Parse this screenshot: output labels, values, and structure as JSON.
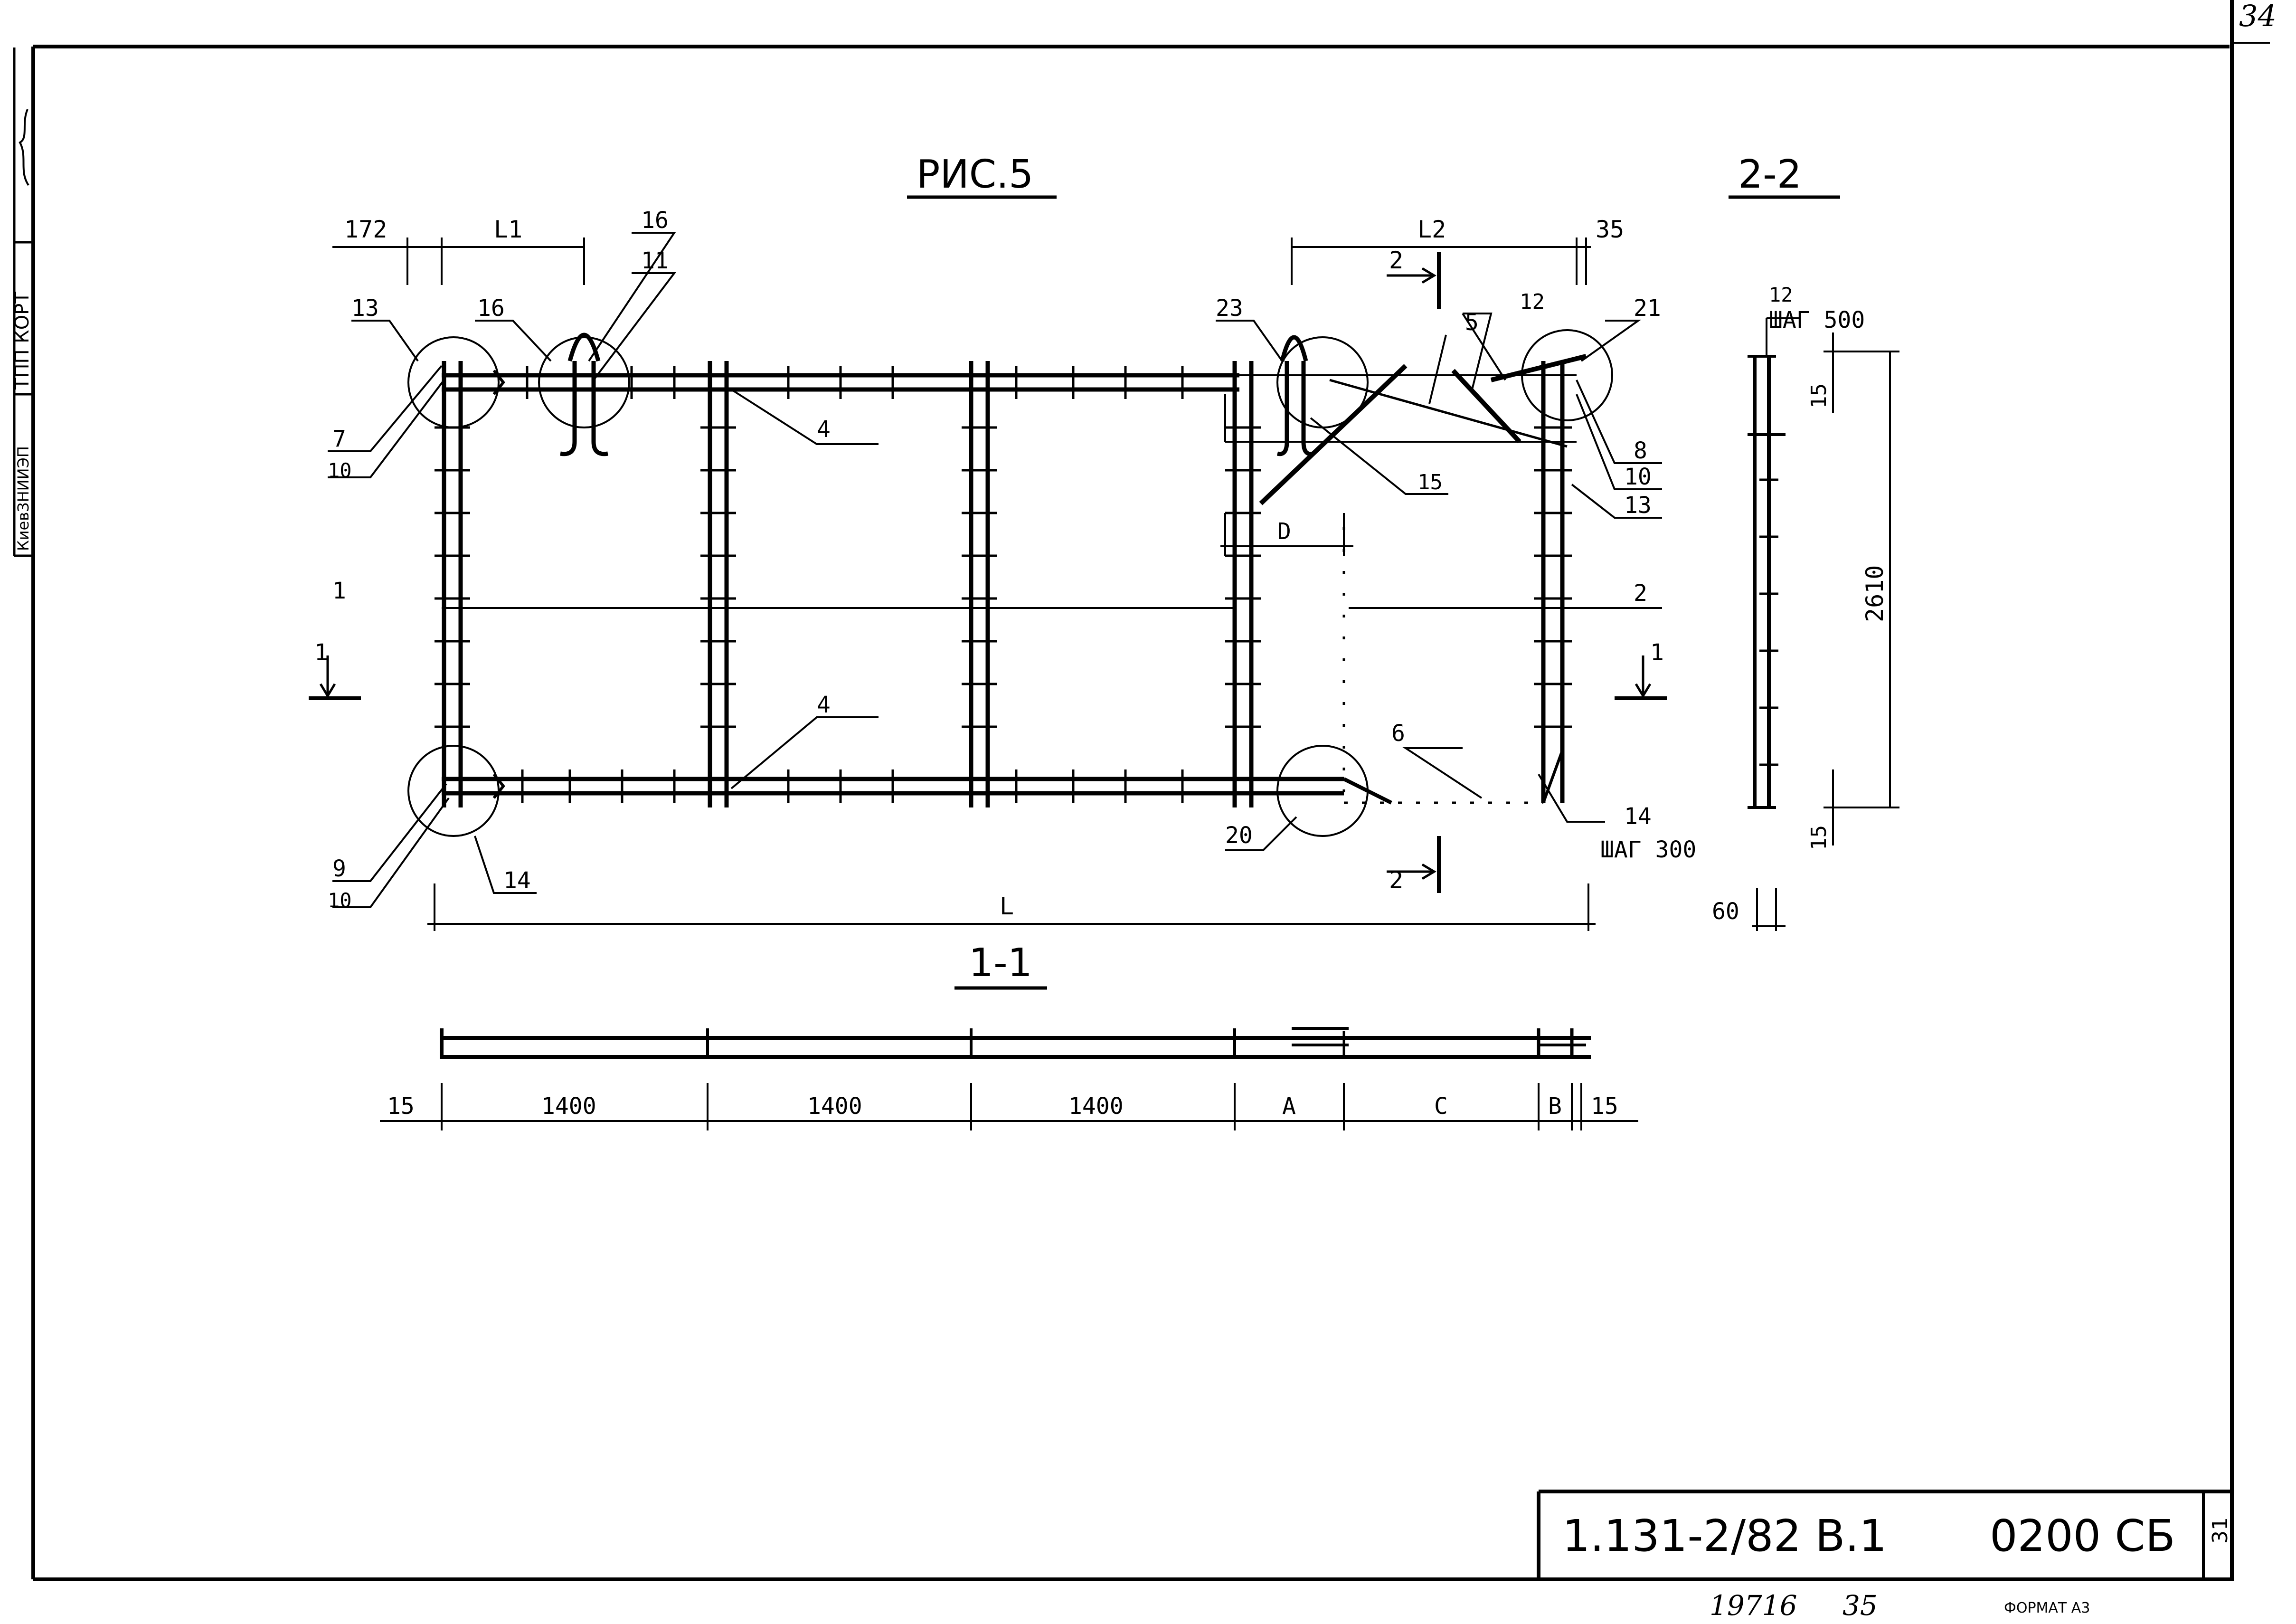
{
  "sheet": {
    "page_number": "34",
    "side_stamp": [
      "КиевЗНИИЭП",
      "ТПП КОРТ"
    ],
    "title_block": {
      "code": "1.131-2/82 В.1",
      "doc": "0200 СБ",
      "sheet_no": "31"
    },
    "footer": {
      "inv": "19716",
      "num": "35",
      "format": "ФОРМАТ А3"
    }
  },
  "views": {
    "main_title": "РИС.5",
    "section_1_title": "1-1",
    "section_2_title": "2-2"
  },
  "plan": {
    "dims": {
      "d172": "172",
      "l1": "L1",
      "l2": "L2",
      "d35": "35",
      "d": "D",
      "l": "L"
    },
    "section_marks": {
      "s1": "1",
      "s2": "2"
    },
    "callouts": {
      "c1": "1",
      "c2": "2",
      "c4a": "4",
      "c4b": "4",
      "c5": "5",
      "c6": "6",
      "c7": "7",
      "c8": "8",
      "c9": "9",
      "c10a": "10",
      "c10b": "10",
      "c10c": "10",
      "c11": "11",
      "c12": "12",
      "c13a": "13",
      "c13b": "13",
      "c14a": "14",
      "c14b": "14",
      "c15": "15",
      "c16a": "16",
      "c16b": "16",
      "c20": "20",
      "c21": "21",
      "c23": "23"
    },
    "pitch_300": "ШАГ 300"
  },
  "section_1_1": {
    "dims": [
      "15",
      "1400",
      "1400",
      "1400",
      "A",
      "C",
      "B",
      "15"
    ]
  },
  "section_2_2": {
    "label_12": "12",
    "pitch_500": "ШАГ 500",
    "dim_15_top": "15",
    "dim_2610": "2610",
    "dim_15_bottom": "15",
    "dim_60": "60"
  }
}
